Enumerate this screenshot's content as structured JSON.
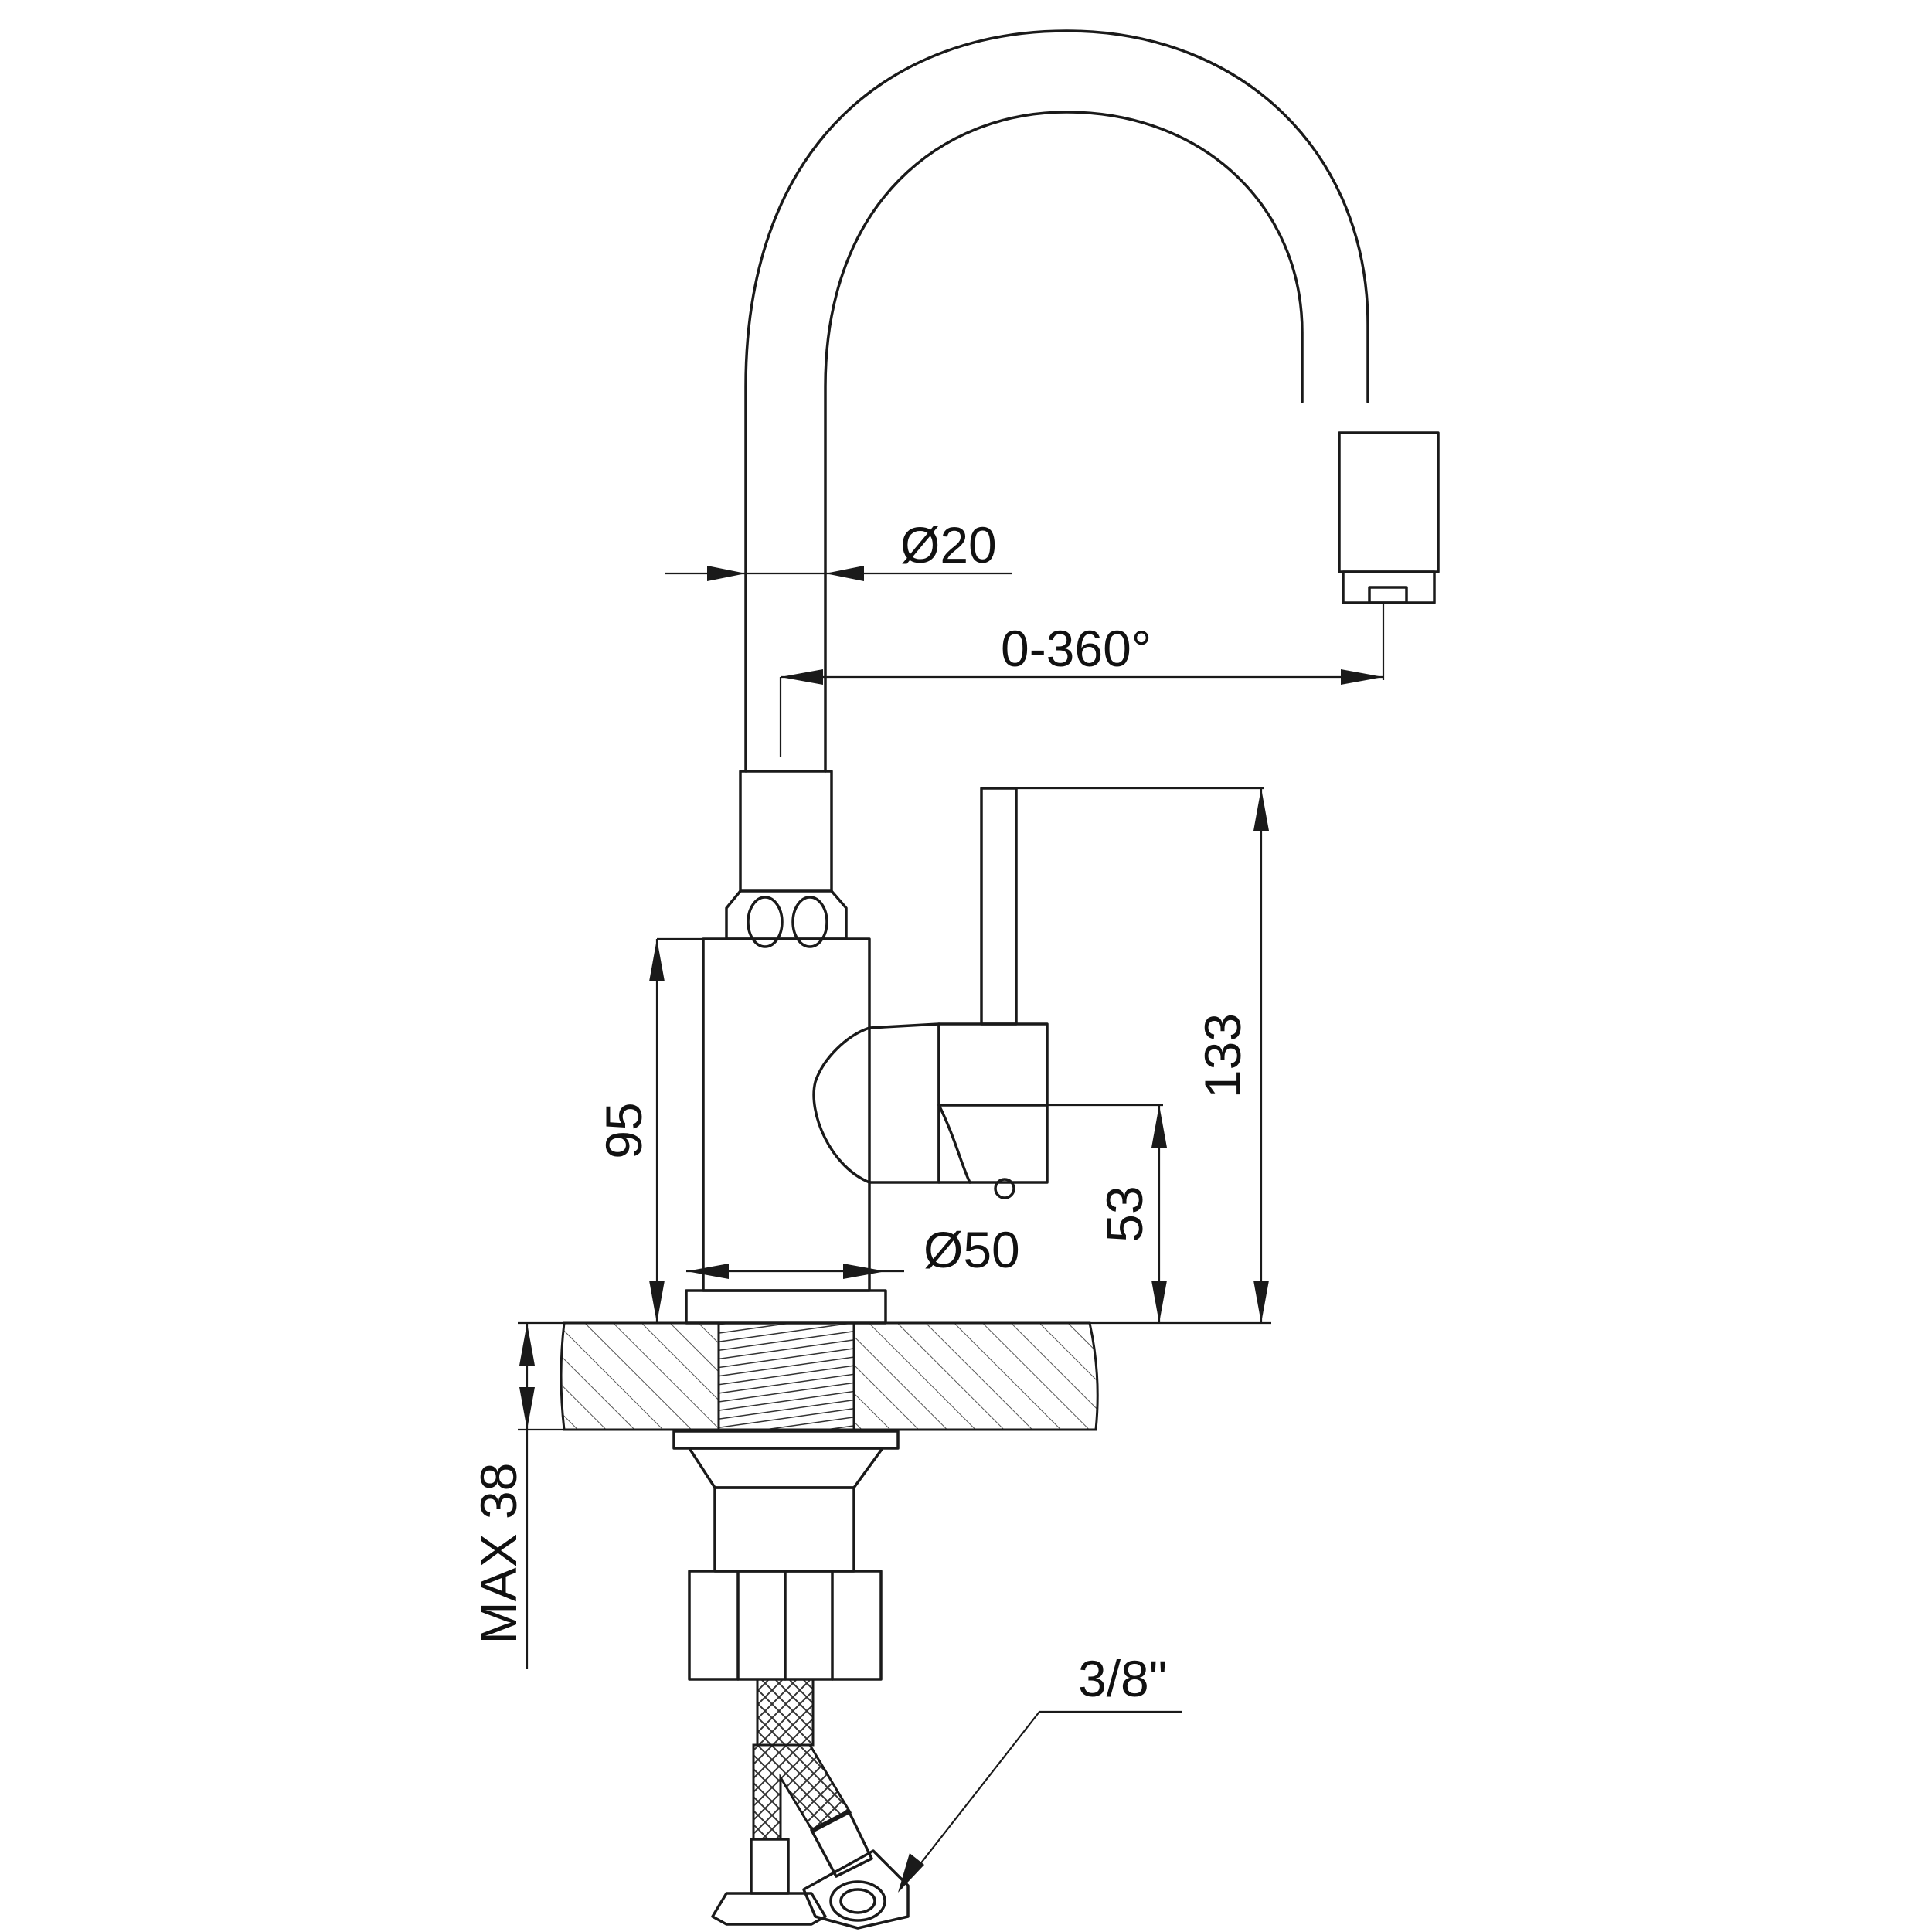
{
  "drawing": {
    "subject": "kitchen faucet dimension drawing",
    "line_color": "#1a1a1a",
    "background": "#ffffff"
  },
  "dimensions": {
    "spout_diameter": "Ø20",
    "swivel_angle": "0-360°",
    "total_height": "133",
    "body_height": "95",
    "outlet_height": "53",
    "base_diameter": "Ø50",
    "max_countertop": "MAX 38",
    "hose_thread": "3/8\""
  }
}
